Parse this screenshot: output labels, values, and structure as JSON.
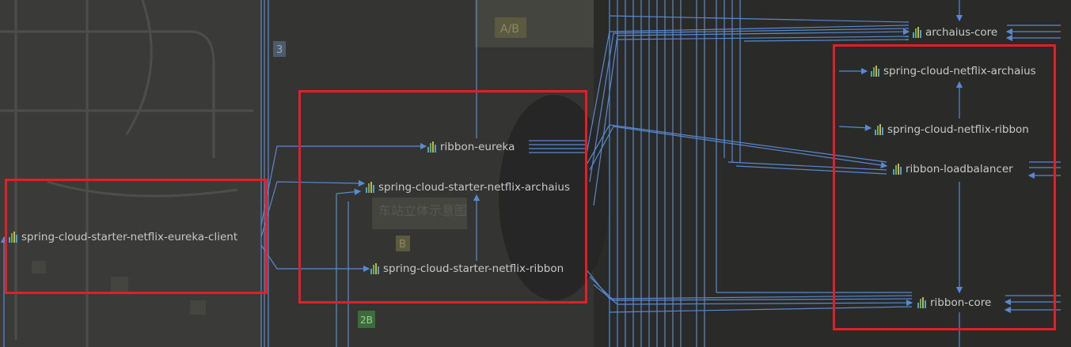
{
  "colors": {
    "background": "#2b2b2b",
    "edge": "#5b8fd9",
    "highlight": "#e01f26",
    "label": "#c8c8c8"
  },
  "nodes": {
    "eureka_client": "spring-cloud-starter-netflix-eureka-client",
    "ribbon_eureka": "ribbon-eureka",
    "starter_archaius": "spring-cloud-starter-netflix-archaius",
    "starter_ribbon": "spring-cloud-starter-netflix-ribbon",
    "archaius_core": "archaius-core",
    "netflix_archaius": "spring-cloud-netflix-archaius",
    "netflix_ribbon": "spring-cloud-netflix-ribbon",
    "ribbon_loadbalancer": "ribbon-loadbalancer",
    "ribbon_core": "ribbon-core"
  },
  "node_icon": "maven-module-icon",
  "background_signage": {
    "sign_ab": "A/B",
    "sign_3": "3",
    "sign_station": "车站立体示意图",
    "sign_b": "B",
    "sign_2b": "2B"
  }
}
